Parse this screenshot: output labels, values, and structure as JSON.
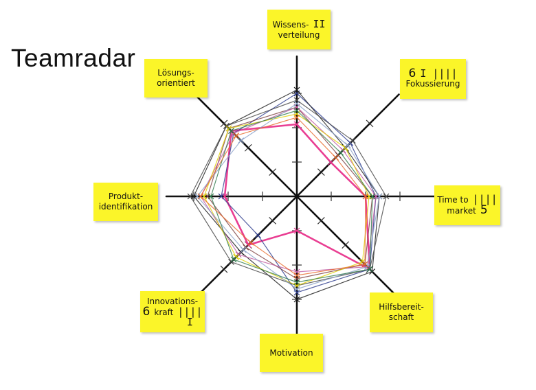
{
  "title": "Teamradar",
  "notes": {
    "wissensverteilung": {
      "line1": "Wissens-",
      "line2": "verteilung",
      "mark": "II"
    },
    "fokussierung": {
      "line1": "Fokussierung",
      "number": "6",
      "mark": "I ||||"
    },
    "time_to_market": {
      "line1": "Time to",
      "line2": "market",
      "number": "5",
      "mark": "||||"
    },
    "hilfsbereitschaft": {
      "line1": "Hilfsbereit-",
      "line2": "schaft"
    },
    "motivation": {
      "line1": "Motivation"
    },
    "innovationskraft": {
      "line1": "Innovations-",
      "line2": "kraft",
      "number": "6",
      "mark": "|||| I"
    },
    "produktidentifikation": {
      "line1": "Produkt-",
      "line2": "identifikation"
    },
    "loesungsorientiert": {
      "line1": "Lösungs-",
      "line2": "orientiert"
    }
  },
  "chart_data": {
    "type": "radar",
    "axes": [
      "Wissensverteilung",
      "Fokussierung",
      "Time to market",
      "Hilfsbereitschaft",
      "Motivation",
      "Innovationskraft",
      "Produktidentifikation",
      "Lösungsorientiert"
    ],
    "scale_ticks": [
      1,
      2,
      3
    ],
    "series": [
      {
        "color": "#e8348c",
        "values": [
          2.1,
          1.4,
          2.0,
          3.0,
          1.0,
          2.0,
          2.1,
          2.7
        ]
      },
      {
        "color": "#2b3a8c",
        "values": [
          3.0,
          2.2,
          2.3,
          3.0,
          2.8,
          1.6,
          2.2,
          2.6
        ]
      },
      {
        "color": "#1a1a1a",
        "values": [
          3.1,
          2.0,
          2.4,
          3.1,
          3.0,
          2.3,
          3.0,
          2.9
        ]
      },
      {
        "color": "#444444",
        "values": [
          2.8,
          2.3,
          2.6,
          3.0,
          2.6,
          2.7,
          3.1,
          2.9
        ]
      },
      {
        "color": "#7a3d3d",
        "values": [
          2.6,
          1.7,
          2.2,
          2.8,
          2.4,
          2.1,
          2.6,
          2.8
        ]
      },
      {
        "color": "#c05aa0",
        "values": [
          2.6,
          1.9,
          2.3,
          2.9,
          2.2,
          2.4,
          2.8,
          2.6
        ]
      },
      {
        "color": "#e0d000",
        "values": [
          2.4,
          2.0,
          2.1,
          2.7,
          2.6,
          2.5,
          2.7,
          2.8
        ]
      },
      {
        "color": "#8aa0c8",
        "values": [
          2.7,
          2.1,
          2.4,
          2.9,
          2.7,
          2.2,
          2.9,
          2.3
        ]
      },
      {
        "color": "#2f7a4c",
        "values": [
          2.5,
          1.8,
          2.2,
          3.0,
          2.5,
          2.6,
          2.5,
          2.7
        ]
      },
      {
        "color": "#e86a2a",
        "values": [
          2.3,
          1.6,
          2.0,
          2.8,
          2.3,
          1.9,
          2.8,
          2.5
        ]
      }
    ]
  }
}
